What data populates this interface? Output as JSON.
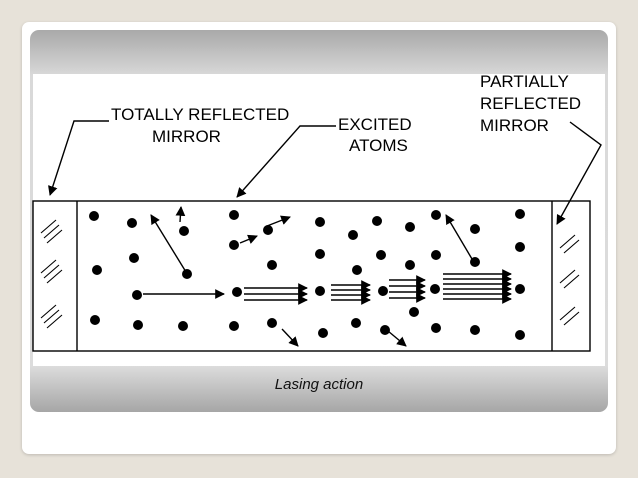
{
  "labels": {
    "totally_reflected_line1": "TOTALLY REFLECTED",
    "totally_reflected_line2": "MIRROR",
    "excited_line1": "EXCITED",
    "excited_line2": "ATOMS",
    "partially_line1": "PARTIALLY",
    "partially_line2": "REFLECTED",
    "partially_line3": "MIRROR"
  },
  "caption": "Lasing action"
}
